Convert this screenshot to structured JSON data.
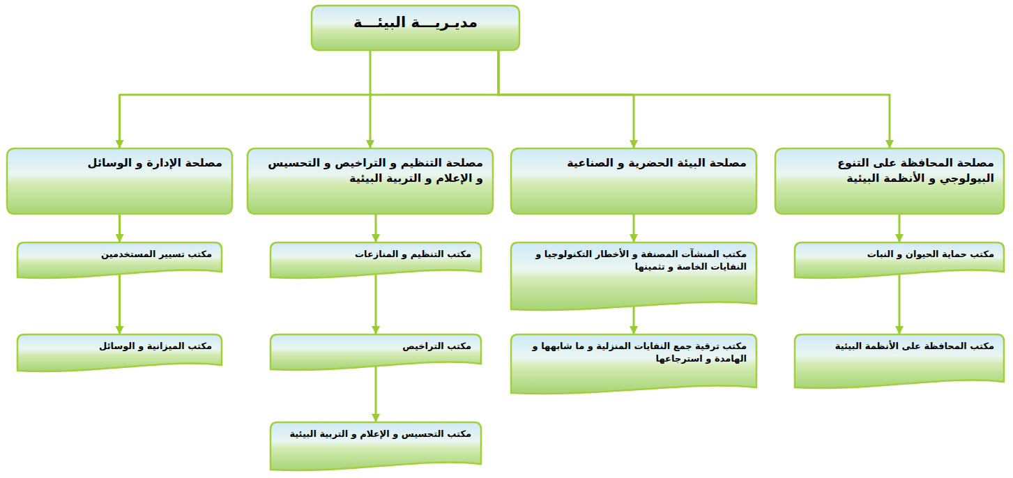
{
  "diagram": {
    "nodes": [
      {
        "text": [
          "مديـريـــة البيئـــة"
        ]
      },
      {
        "text": [
          "مصلحة المحافظة على التنوع البيولوجي و الأنظمة البيئية"
        ]
      },
      {
        "text": [
          "مصلحة البيئة الحضرية و الصناعية"
        ]
      },
      {
        "text": [
          "مصلحة التنظيم و التراخيص و التحسيس و الإعلام و التربية البيئية"
        ]
      },
      {
        "text": [
          "مصلحة الإدارة و الوسائل"
        ]
      },
      {
        "text": [
          "مكتب حماية الحيوان و النبات"
        ]
      },
      {
        "text": [
          "مكتب المحافظة على الأنظمة البيئية"
        ]
      },
      {
        "text": [
          "مكتب المنشآت المصنفة و الأخطار التكنولوجيا و النفايات الخاصة و تثمينها"
        ]
      },
      {
        "text": [
          "مكتب ترقية جمع النفايات المنزلية و ما شابهها و الهامدة و استرجاعها"
        ]
      },
      {
        "text": [
          "مكتب التنظيم و المنازعات"
        ]
      },
      {
        "text": [
          "مكتب التراخيص"
        ]
      },
      {
        "text": [
          "مكتب التحسيس و الإعلام و التربية البيئية"
        ]
      },
      {
        "text": [
          "مكتب تسيير المستخدمين"
        ]
      },
      {
        "text": [
          "مكتب الميزانية و الوسائل"
        ]
      }
    ],
    "edges": [
      {
        "from": 0,
        "to": 1,
        "arrow": "to"
      },
      {
        "from": 0,
        "to": 2,
        "arrow": "to"
      },
      {
        "from": 0,
        "to": 3,
        "arrow": "to"
      },
      {
        "from": 0,
        "to": 4,
        "arrow": "to"
      },
      {
        "from": 1,
        "to": 5,
        "arrow": "to"
      },
      {
        "from": 5,
        "to": 6,
        "arrow": "to"
      },
      {
        "from": 2,
        "to": 7,
        "arrow": "to"
      },
      {
        "from": 7,
        "to": 8,
        "arrow": "to"
      },
      {
        "from": 3,
        "to": 9,
        "arrow": "to"
      },
      {
        "from": 9,
        "to": 10,
        "arrow": "to"
      },
      {
        "from": 10,
        "to": 11,
        "arrow": "to"
      },
      {
        "from": 4,
        "to": 12,
        "arrow": "to"
      },
      {
        "from": 12,
        "to": 13,
        "arrow": "to"
      }
    ]
  }
}
